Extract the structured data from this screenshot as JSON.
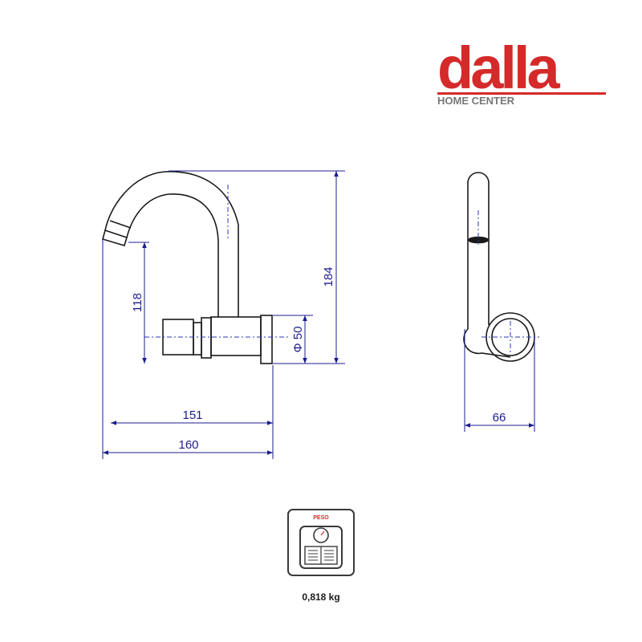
{
  "logo": {
    "brand": "dalla",
    "tagline": "HOME CENTER",
    "brand_color": "#d42a2a",
    "tagline_color": "#777777"
  },
  "colors": {
    "outline": "#1a1a1a",
    "dimension": "#1c1c8c",
    "centerline": "#2a3ab0"
  },
  "dimensions": {
    "height_total": "184",
    "height_spout": "118",
    "diameter": "Φ 50",
    "depth_to_flange": "151",
    "depth_total": "160",
    "side_width": "66"
  },
  "weight": {
    "label": "PESO",
    "value": "0,818 kg",
    "icon": "scale-icon"
  }
}
